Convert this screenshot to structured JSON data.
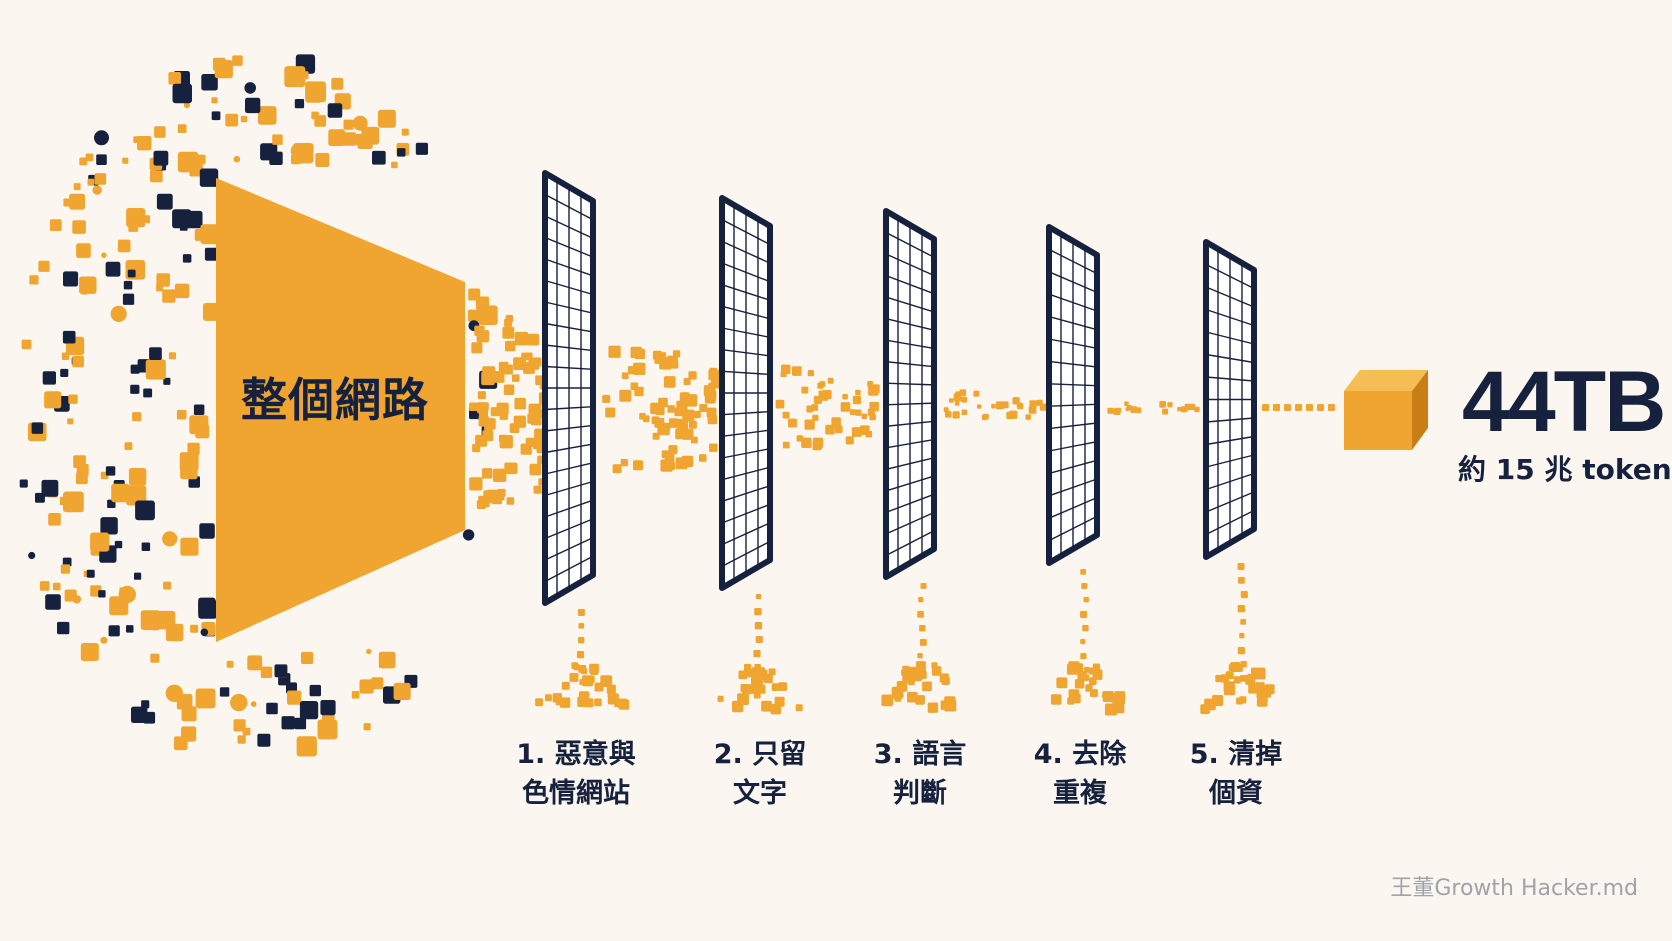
{
  "source": {
    "label": "整個網路"
  },
  "filters": [
    {
      "line1": "1. 惡意與",
      "line2": "色情網站"
    },
    {
      "line1": "2. 只留",
      "line2": "文字"
    },
    {
      "line1": "3. 語言",
      "line2": "判斷"
    },
    {
      "line1": "4. 去除",
      "line2": "重複"
    },
    {
      "line1": "5. 清掉",
      "line2": "個資"
    }
  ],
  "result": {
    "size": "44TB",
    "tokens": "約 15 兆 token"
  },
  "watermark": "王董Growth Hacker.md",
  "colors": {
    "background": "#fbf7f0",
    "orange": "#f0a531",
    "orange_dark": "#c87d16",
    "navy": "#16213e",
    "screen_bg": "#ffffff",
    "watermark": "#9ea3aa"
  },
  "icons": [
    "data-particle",
    "filter-screen-grid",
    "data-cube"
  ]
}
